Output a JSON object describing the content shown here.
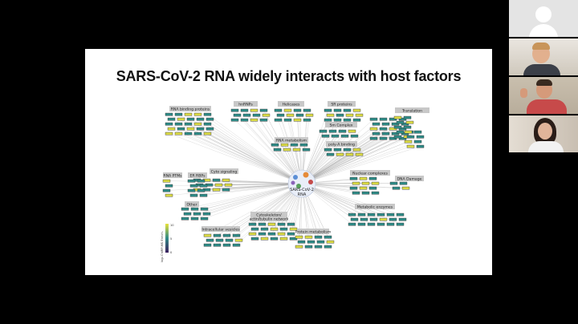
{
  "slide": {
    "title": "SARS-CoV-2 RNA widely interacts with host factors",
    "center_label_line1": "SARS-CoV-2",
    "center_label_line2": "RNA",
    "legend_title": "log₂ ChIRP-MS Enrich.",
    "legend_ticks": [
      "10",
      "5",
      "0"
    ],
    "categories": [
      "RNA binding proteins",
      "hnRNPs",
      "Helicases",
      "SR proteins",
      "Translation",
      "Sm Complex",
      "RNA metabolism",
      "poly-A binding",
      "Cyto signaling",
      "RNA PTMs",
      "ER RBPs",
      "Nuclear complexes",
      "DNA Damage",
      "Other",
      "Metabolic enzymes",
      "Cytoskeleton/ actin/tubulin network",
      "Intracellular vesicles",
      "Protein metabolism"
    ],
    "colors": {
      "node_teal": "#2f8a86",
      "node_yellow": "#d8d845",
      "node_border": "#333333",
      "edge": "#9a9a9a",
      "category_box": "#c8c8c8"
    }
  },
  "participants": [
    {
      "id": "participant-1",
      "type": "avatar-placeholder",
      "icon": "user-icon"
    },
    {
      "id": "participant-2",
      "type": "video"
    },
    {
      "id": "participant-3",
      "type": "video"
    },
    {
      "id": "participant-4",
      "type": "video"
    }
  ]
}
